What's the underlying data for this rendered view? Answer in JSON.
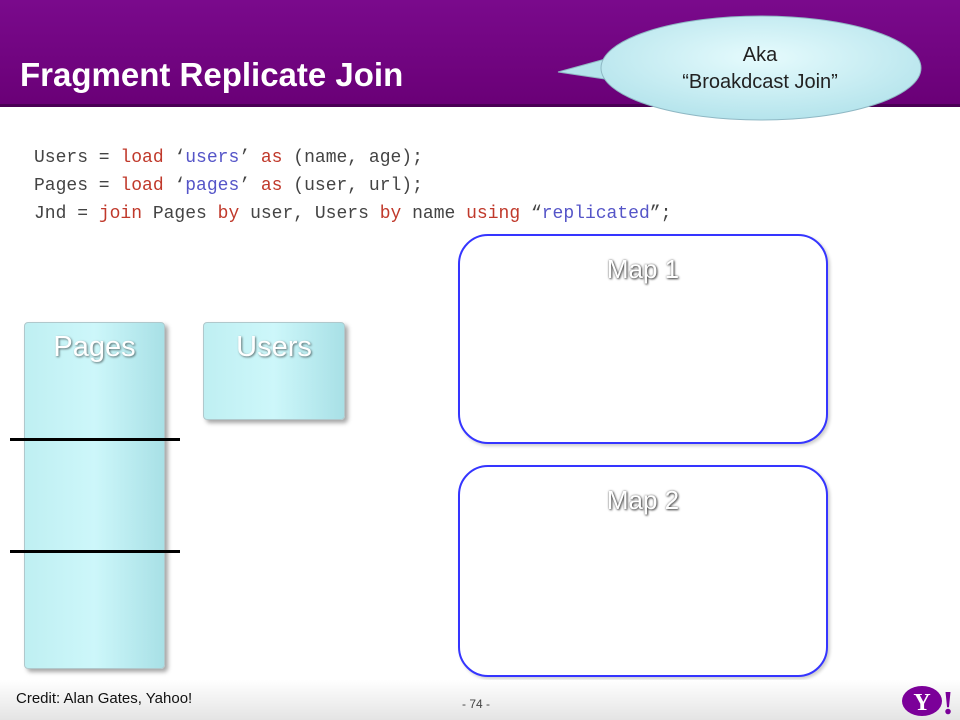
{
  "slide": {
    "title": "Fragment Replicate Join",
    "callout": {
      "line1": "Aka",
      "line2": "“Broakdcast Join”"
    }
  },
  "code": {
    "lines": [
      [
        {
          "t": "Users = ",
          "c": "plain"
        },
        {
          "t": "load",
          "c": "kw"
        },
        {
          "t": " ‘",
          "c": "plain"
        },
        {
          "t": "users",
          "c": "str"
        },
        {
          "t": "’ ",
          "c": "plain"
        },
        {
          "t": "as",
          "c": "kw"
        },
        {
          "t": " (name, age);",
          "c": "plain"
        }
      ],
      [
        {
          "t": "Pages = ",
          "c": "plain"
        },
        {
          "t": "load",
          "c": "kw"
        },
        {
          "t": " ‘",
          "c": "plain"
        },
        {
          "t": "pages",
          "c": "str"
        },
        {
          "t": "’ ",
          "c": "plain"
        },
        {
          "t": "as",
          "c": "kw"
        },
        {
          "t": " (user, url);",
          "c": "plain"
        }
      ],
      [
        {
          "t": "Jnd = ",
          "c": "plain"
        },
        {
          "t": "join",
          "c": "kw"
        },
        {
          "t": " Pages ",
          "c": "plain"
        },
        {
          "t": "by",
          "c": "kw"
        },
        {
          "t": " user, Users ",
          "c": "plain"
        },
        {
          "t": "by",
          "c": "kw"
        },
        {
          "t": " name ",
          "c": "plain"
        },
        {
          "t": "using",
          "c": "kw"
        },
        {
          "t": " “",
          "c": "plain"
        },
        {
          "t": "replicated",
          "c": "str"
        },
        {
          "t": "”;",
          "c": "plain"
        }
      ]
    ]
  },
  "diagram": {
    "pages_label": "Pages",
    "users_label": "Users",
    "map1_label": "Map 1",
    "map2_label": "Map 2"
  },
  "footer": {
    "credit": "Credit: Alan Gates, Yahoo!",
    "page_number": "- 74 -"
  },
  "logo": {
    "name": "yahoo-logo-icon",
    "text": "Y!"
  }
}
